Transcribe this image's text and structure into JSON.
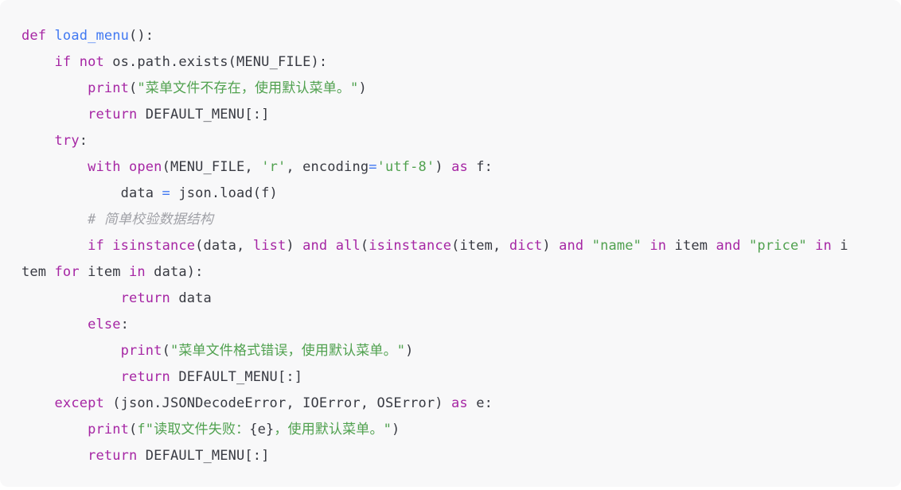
{
  "code": {
    "language": "python",
    "lines": [
      [
        {
          "t": "kw",
          "v": "def"
        },
        {
          "t": "tx",
          "v": " "
        },
        {
          "t": "fn",
          "v": "load_menu"
        },
        {
          "t": "tx",
          "v": "():"
        }
      ],
      [
        {
          "t": "tx",
          "v": "    "
        },
        {
          "t": "kw",
          "v": "if"
        },
        {
          "t": "tx",
          "v": " "
        },
        {
          "t": "kw",
          "v": "not"
        },
        {
          "t": "tx",
          "v": " os.path.exists(MENU_FILE):"
        }
      ],
      [
        {
          "t": "tx",
          "v": "        "
        },
        {
          "t": "bi",
          "v": "print"
        },
        {
          "t": "tx",
          "v": "("
        },
        {
          "t": "st",
          "v": "\"菜单文件不存在，使用默认菜单。\""
        },
        {
          "t": "tx",
          "v": ")"
        }
      ],
      [
        {
          "t": "tx",
          "v": "        "
        },
        {
          "t": "kw",
          "v": "return"
        },
        {
          "t": "tx",
          "v": " DEFAULT_MENU[:]"
        }
      ],
      [
        {
          "t": "tx",
          "v": "    "
        },
        {
          "t": "kw",
          "v": "try"
        },
        {
          "t": "tx",
          "v": ":"
        }
      ],
      [
        {
          "t": "tx",
          "v": "        "
        },
        {
          "t": "kw",
          "v": "with"
        },
        {
          "t": "tx",
          "v": " "
        },
        {
          "t": "bi",
          "v": "open"
        },
        {
          "t": "tx",
          "v": "(MENU_FILE, "
        },
        {
          "t": "st",
          "v": "'r'"
        },
        {
          "t": "tx",
          "v": ", encoding"
        },
        {
          "t": "op",
          "v": "="
        },
        {
          "t": "st",
          "v": "'utf-8'"
        },
        {
          "t": "tx",
          "v": ") "
        },
        {
          "t": "kw",
          "v": "as"
        },
        {
          "t": "tx",
          "v": " f:"
        }
      ],
      [
        {
          "t": "tx",
          "v": "            data "
        },
        {
          "t": "op",
          "v": "="
        },
        {
          "t": "tx",
          "v": " json.load(f)"
        }
      ],
      [
        {
          "t": "tx",
          "v": "        "
        },
        {
          "t": "cm",
          "v": "# 简单校验数据结构"
        }
      ],
      [
        {
          "t": "tx",
          "v": "        "
        },
        {
          "t": "kw",
          "v": "if"
        },
        {
          "t": "tx",
          "v": " "
        },
        {
          "t": "bi",
          "v": "isinstance"
        },
        {
          "t": "tx",
          "v": "(data, "
        },
        {
          "t": "bi",
          "v": "list"
        },
        {
          "t": "tx",
          "v": ") "
        },
        {
          "t": "kw",
          "v": "and"
        },
        {
          "t": "tx",
          "v": " "
        },
        {
          "t": "bi",
          "v": "all"
        },
        {
          "t": "tx",
          "v": "("
        },
        {
          "t": "bi",
          "v": "isinstance"
        },
        {
          "t": "tx",
          "v": "(item, "
        },
        {
          "t": "bi",
          "v": "dict"
        },
        {
          "t": "tx",
          "v": ") "
        },
        {
          "t": "kw",
          "v": "and"
        },
        {
          "t": "tx",
          "v": " "
        },
        {
          "t": "st",
          "v": "\"name\""
        },
        {
          "t": "tx",
          "v": " "
        },
        {
          "t": "kw",
          "v": "in"
        },
        {
          "t": "tx",
          "v": " item "
        },
        {
          "t": "kw",
          "v": "and"
        },
        {
          "t": "tx",
          "v": " "
        },
        {
          "t": "st",
          "v": "\"price\""
        },
        {
          "t": "tx",
          "v": " "
        },
        {
          "t": "kw",
          "v": "in"
        },
        {
          "t": "tx",
          "v": " i"
        }
      ],
      [
        {
          "t": "tx",
          "v": "tem "
        },
        {
          "t": "kw",
          "v": "for"
        },
        {
          "t": "tx",
          "v": " item "
        },
        {
          "t": "kw",
          "v": "in"
        },
        {
          "t": "tx",
          "v": " data):"
        }
      ],
      [
        {
          "t": "tx",
          "v": "            "
        },
        {
          "t": "kw",
          "v": "return"
        },
        {
          "t": "tx",
          "v": " data"
        }
      ],
      [
        {
          "t": "tx",
          "v": "        "
        },
        {
          "t": "kw",
          "v": "else"
        },
        {
          "t": "tx",
          "v": ":"
        }
      ],
      [
        {
          "t": "tx",
          "v": "            "
        },
        {
          "t": "bi",
          "v": "print"
        },
        {
          "t": "tx",
          "v": "("
        },
        {
          "t": "st",
          "v": "\"菜单文件格式错误，使用默认菜单。\""
        },
        {
          "t": "tx",
          "v": ")"
        }
      ],
      [
        {
          "t": "tx",
          "v": "            "
        },
        {
          "t": "kw",
          "v": "return"
        },
        {
          "t": "tx",
          "v": " DEFAULT_MENU[:]"
        }
      ],
      [
        {
          "t": "tx",
          "v": "    "
        },
        {
          "t": "kw",
          "v": "except"
        },
        {
          "t": "tx",
          "v": " (json.JSONDecodeError, IOError, OSError) "
        },
        {
          "t": "kw",
          "v": "as"
        },
        {
          "t": "tx",
          "v": " e:"
        }
      ],
      [
        {
          "t": "tx",
          "v": "        "
        },
        {
          "t": "bi",
          "v": "print"
        },
        {
          "t": "tx",
          "v": "("
        },
        {
          "t": "st",
          "v": "f\"读取文件失败："
        },
        {
          "t": "tx",
          "v": "{e}"
        },
        {
          "t": "st",
          "v": "，使用默认菜单。\""
        },
        {
          "t": "tx",
          "v": ")"
        }
      ],
      [
        {
          "t": "tx",
          "v": "        "
        },
        {
          "t": "kw",
          "v": "return"
        },
        {
          "t": "tx",
          "v": " DEFAULT_MENU[:]"
        }
      ]
    ]
  },
  "colors": {
    "background": "#f8f8f9",
    "keyword": "#a626a4",
    "function": "#4078f2",
    "string": "#50a14f",
    "comment": "#a0a1a7",
    "text": "#383a42"
  }
}
